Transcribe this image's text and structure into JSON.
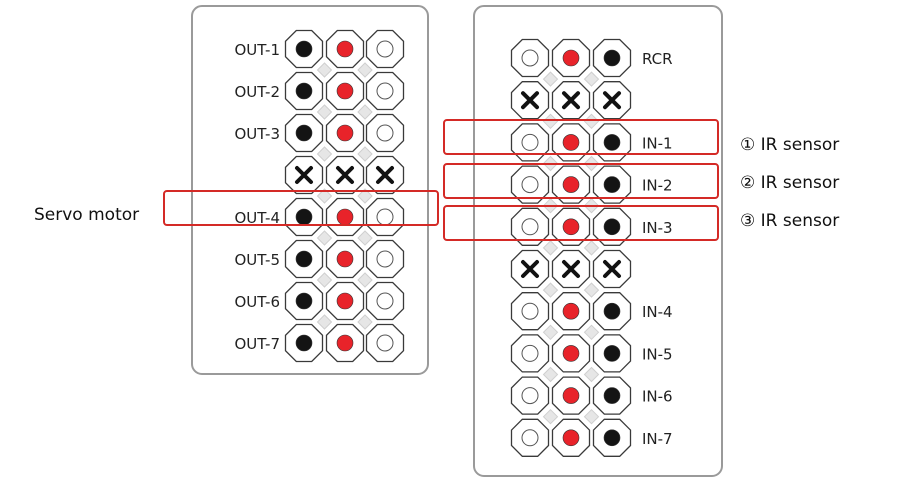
{
  "colors": {
    "panel_border": "#9a9a9a",
    "octagon_stroke": "#3a3a3a",
    "pin_red": "#e8232a",
    "pin_black": "#141414",
    "highlight": "#d42a26",
    "diamond": "#e6e6e6"
  },
  "left_panel": {
    "rows": [
      {
        "label": "OUT-1",
        "pins": [
          "black",
          "red",
          "white"
        ]
      },
      {
        "label": "OUT-2",
        "pins": [
          "black",
          "red",
          "white"
        ]
      },
      {
        "label": "OUT-3",
        "pins": [
          "black",
          "red",
          "white"
        ]
      },
      {
        "label": "",
        "pins": [
          "x",
          "x",
          "x"
        ]
      },
      {
        "label": "OUT-4",
        "pins": [
          "black",
          "red",
          "white"
        ]
      },
      {
        "label": "OUT-5",
        "pins": [
          "black",
          "red",
          "white"
        ]
      },
      {
        "label": "OUT-6",
        "pins": [
          "black",
          "red",
          "white"
        ]
      },
      {
        "label": "OUT-7",
        "pins": [
          "black",
          "red",
          "white"
        ]
      }
    ]
  },
  "right_panel": {
    "rows": [
      {
        "label": "RCR",
        "pins": [
          "white",
          "red",
          "black"
        ]
      },
      {
        "label": "",
        "pins": [
          "x",
          "x",
          "x"
        ]
      },
      {
        "label": "IN-1",
        "pins": [
          "white",
          "red",
          "black"
        ]
      },
      {
        "label": "IN-2",
        "pins": [
          "white",
          "red",
          "black"
        ]
      },
      {
        "label": "IN-3",
        "pins": [
          "white",
          "red",
          "black"
        ]
      },
      {
        "label": "",
        "pins": [
          "x",
          "x",
          "x"
        ]
      },
      {
        "label": "IN-4",
        "pins": [
          "white",
          "red",
          "black"
        ]
      },
      {
        "label": "IN-5",
        "pins": [
          "white",
          "red",
          "black"
        ]
      },
      {
        "label": "IN-6",
        "pins": [
          "white",
          "red",
          "black"
        ]
      },
      {
        "label": "IN-7",
        "pins": [
          "white",
          "red",
          "black"
        ]
      }
    ]
  },
  "callouts": {
    "servo": "Servo motor",
    "ir1": "① IR sensor",
    "ir2": "② IR sensor",
    "ir3": "③ IR sensor"
  }
}
